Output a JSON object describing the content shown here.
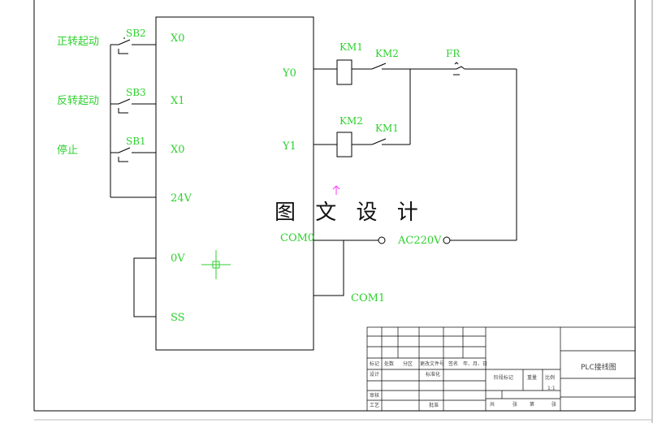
{
  "inputs": {
    "forward_start": "正转起动",
    "reverse_start": "反转起动",
    "stop": "停止"
  },
  "switches": {
    "sb2": "SB2",
    "sb3": "SB3",
    "sb1": "SB1"
  },
  "plc_terminals": {
    "x0_top": "X0",
    "x1": "X1",
    "x0_bottom": "X0",
    "v24": "24V",
    "v0": "0V",
    "ss": "SS",
    "y0": "Y0",
    "y1": "Y1",
    "com0": "COM0"
  },
  "output_parts": {
    "km1_coil": "KM1",
    "km2_contact": "KM2",
    "fr": "FR",
    "km2_coil": "KM2",
    "km1_contact": "KM1",
    "ac": "AC220V",
    "com1": "COM1"
  },
  "overlay": {
    "watermark": "图 文 设 计"
  },
  "title_block": {
    "drawing_name": "PLC接线图",
    "row_marks": [
      "标记",
      "处数",
      "分区",
      "更改文件号",
      "签名",
      "年、月、日"
    ],
    "design": "设计",
    "standardization": "标准化",
    "review": "审核",
    "process": "工艺",
    "approve": "批准",
    "stage_mark": "阶段标记",
    "weight": "重量",
    "scale": "比例",
    "scale_value": "1:1",
    "sheets_total": "共",
    "sheet_label1": "张",
    "sheets_current": "第",
    "sheet_label2": "张"
  },
  "colors": {
    "label_green": "#2fd12f",
    "line": "#000000",
    "crosshair": "#2fd12f",
    "marker": "#ff33ff"
  }
}
